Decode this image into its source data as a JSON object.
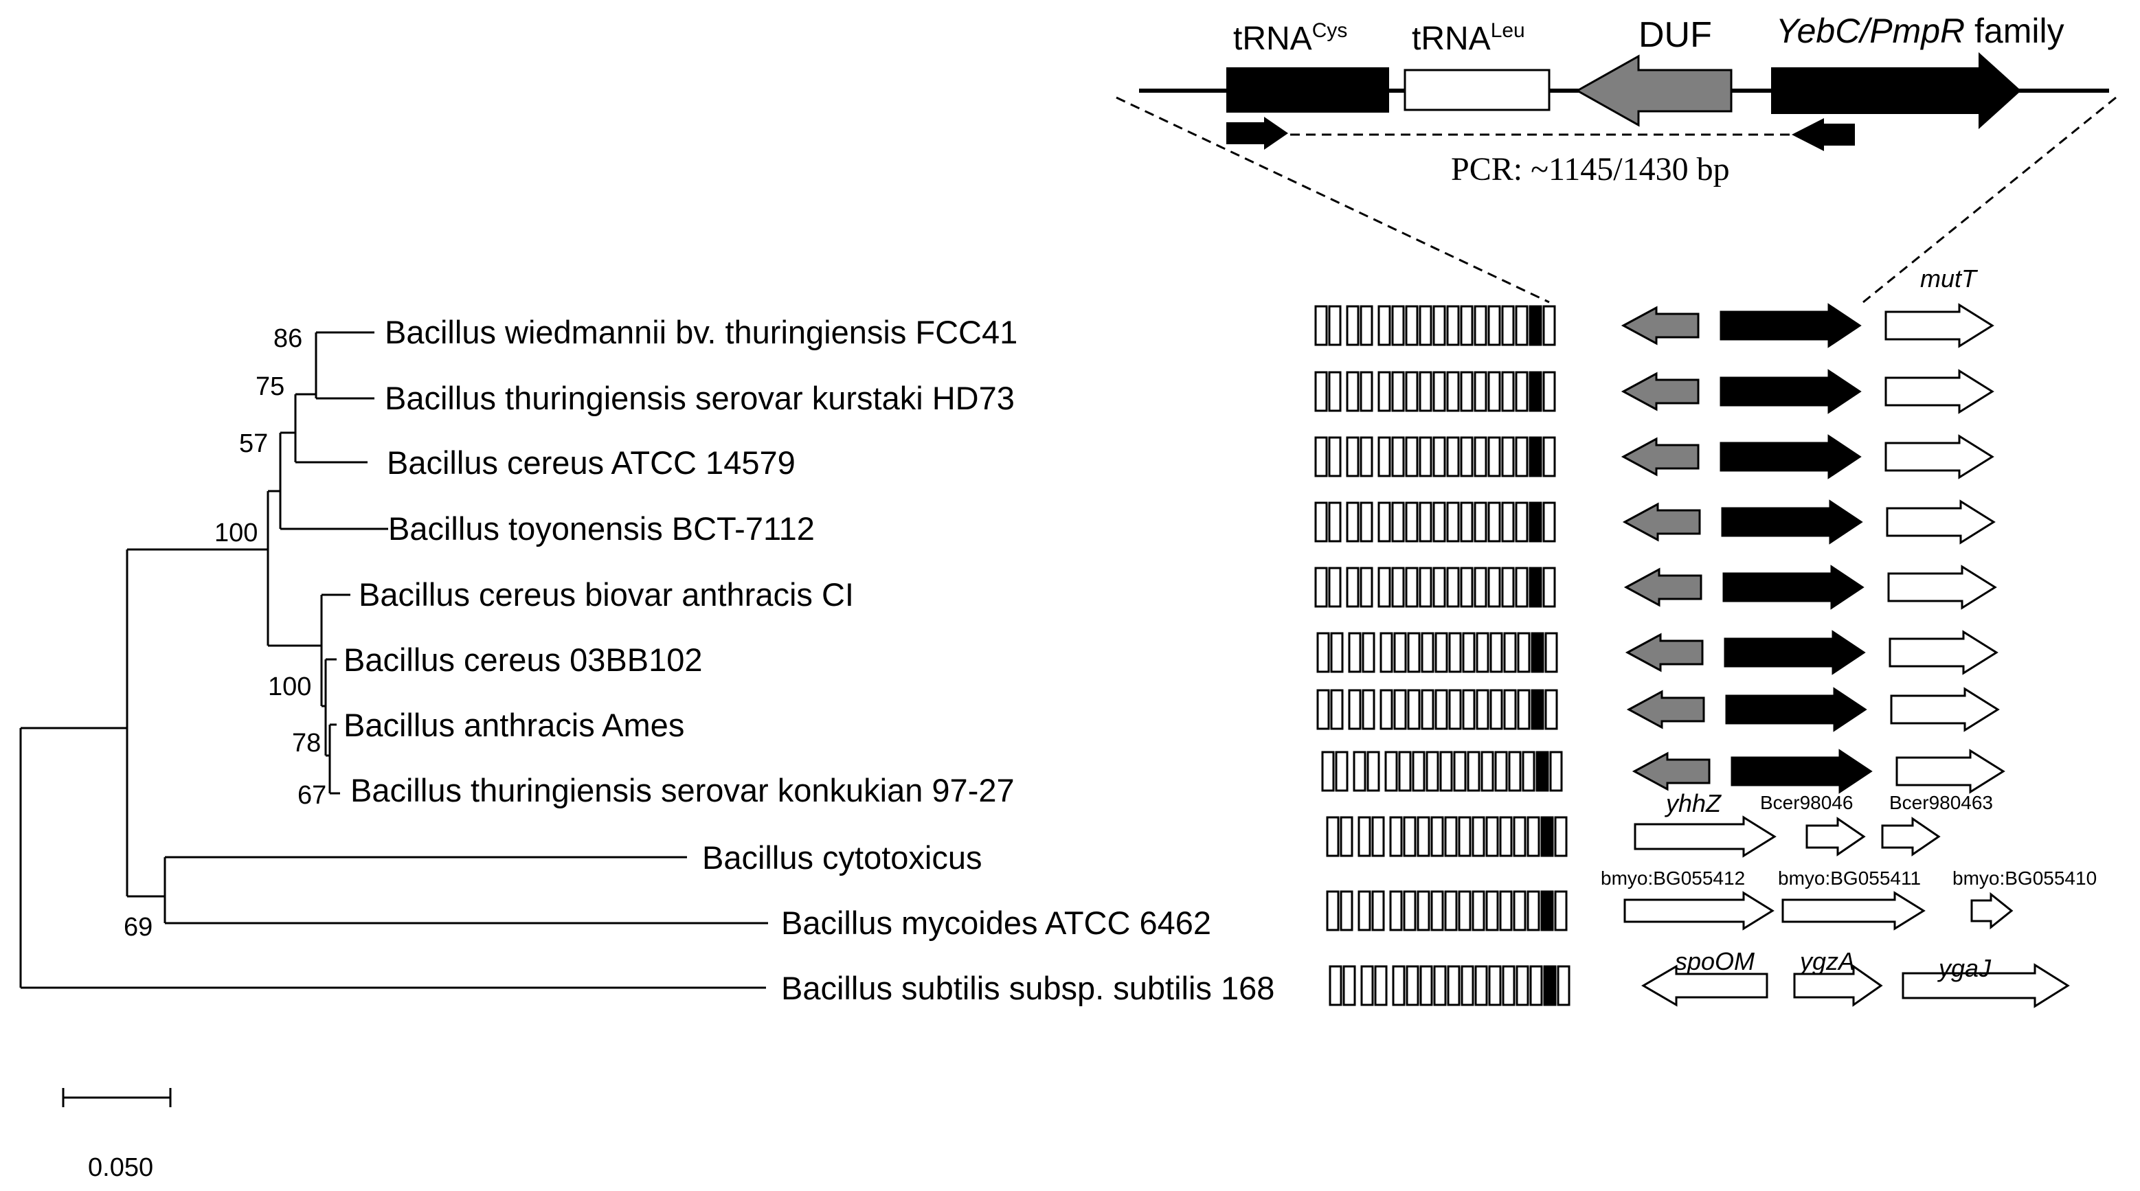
{
  "colors": {
    "black": "#000000",
    "grey": "#7f7f7f",
    "white": "#ffffff"
  },
  "tree": {
    "taxa": [
      "Bacillus wiedmannii bv. thuringiensis FCC41",
      "Bacillus thuringiensis serovar kurstaki HD73",
      "Bacillus cereus ATCC 14579",
      "Bacillus toyonensis BCT-7112",
      "Bacillus cereus biovar anthracis CI",
      "Bacillus cereus 03BB102",
      "Bacillus anthracis Ames",
      "Bacillus thuringiensis serovar konkukian 97-27",
      "Bacillus cytotoxicus",
      "Bacillus mycoides ATCC 6462",
      "Bacillus subtilis subsp. subtilis 168"
    ],
    "bootstrap": [
      "86",
      "75",
      "57",
      "100",
      "100",
      "78",
      "67",
      "69"
    ],
    "scale_label": "0.050"
  },
  "locus_header": {
    "trna_cys_base": "tRNA",
    "trna_cys_sup": "Cys",
    "trna_leu_base": "tRNA",
    "trna_leu_sup": "Leu",
    "duf": "DUF",
    "family_italic": "YebC/PmpR",
    "family_rest": " family",
    "pcr": "PCR: ~1145/1430 bp"
  },
  "gene_labels": {
    "mutT": "mutT",
    "yhhZ": "yhhZ",
    "bcer1": "Bcer98046",
    "bcer2": "Bcer980463",
    "bmyo1": "bmyo:BG055412",
    "bmyo2": "bmyo:BG055411",
    "bmyo3": "bmyo:BG055410",
    "spoOM": "spoOM",
    "ygzA": "ygzA",
    "ygaJ": "ygaJ"
  }
}
